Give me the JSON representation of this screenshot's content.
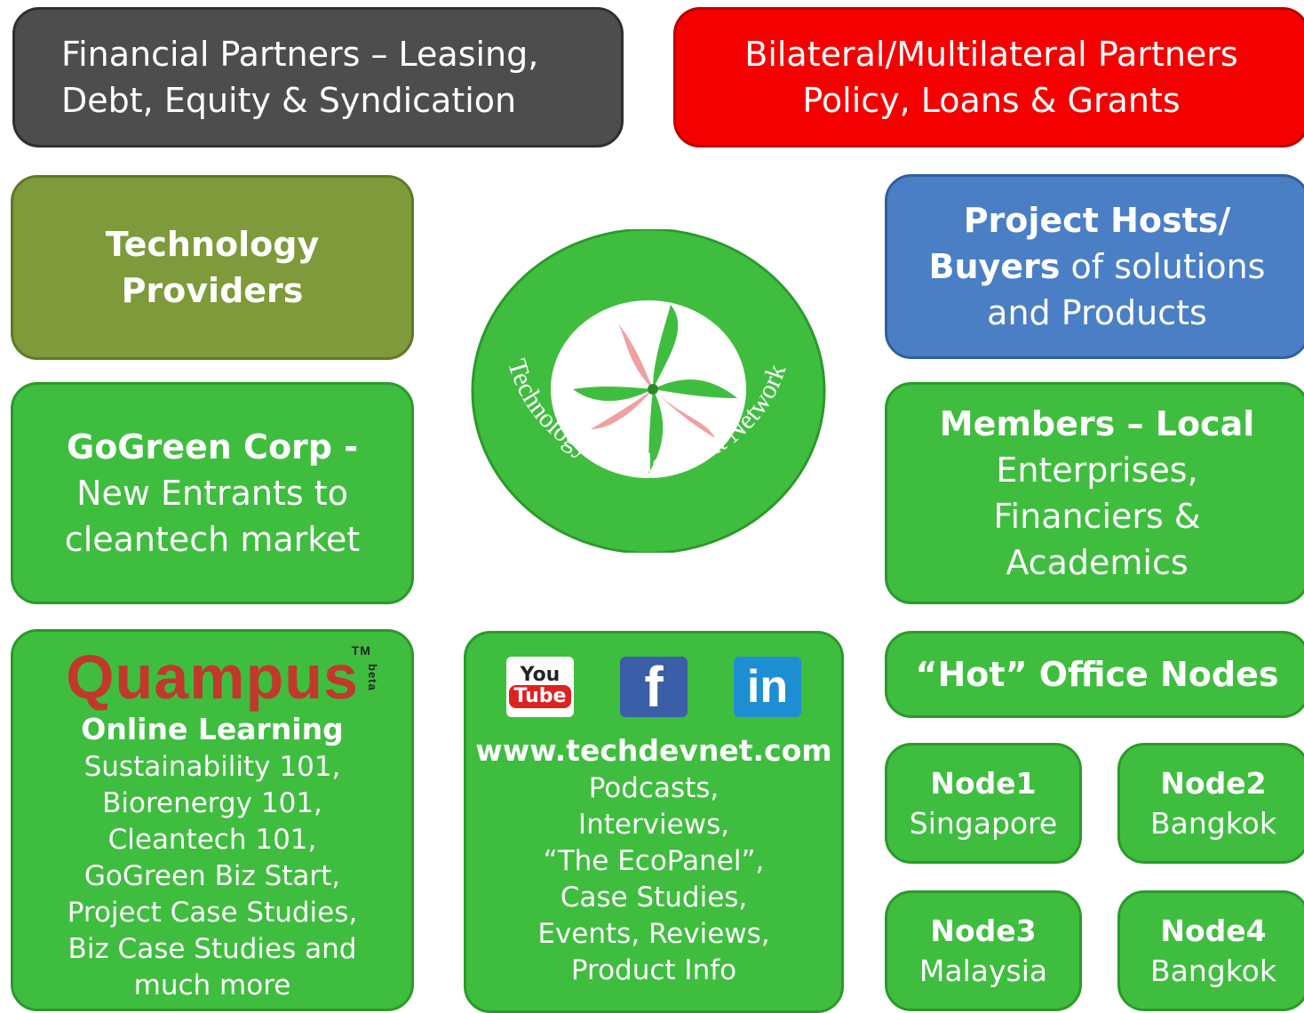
{
  "financial": {
    "line1": "Financial Partners – Leasing,",
    "line2": "Debt, Equity & Syndication"
  },
  "bilateral": {
    "line1": "Bilateral/Multilateral Partners",
    "line2": "Policy, Loans & Grants"
  },
  "technology": {
    "line1": "Technology",
    "line2": "Providers"
  },
  "hosts": {
    "line1": "Project Hosts/",
    "line2_bold": "Buyers",
    "line2_rest": " of solutions",
    "line3": "and Products"
  },
  "gogreen": {
    "line1": "GoGreen Corp -",
    "line2": "New Entrants to",
    "line3": "cleantech market"
  },
  "members": {
    "line1": "Members – Local",
    "line2": "Enterprises,",
    "line3": "Financiers &",
    "line4": "Academics"
  },
  "center": {
    "ring_text": "Technology Development Network"
  },
  "quampus": {
    "logo": "Quampus",
    "logo_tm": "TM",
    "logo_beta": "beta",
    "title": "Online Learning",
    "items": [
      "Sustainability 101,",
      "Biorenergy 101,",
      "Cleantech 101,",
      "GoGreen Biz Start,",
      "Project Case Studies,",
      "Biz Case Studies and",
      "much more"
    ]
  },
  "web": {
    "youtube_you": "You",
    "youtube_tube": "Tube",
    "facebook": "f",
    "linkedin": "in",
    "url": "www.techdevnet.com",
    "items": [
      "Podcasts,",
      "Interviews,",
      "“The EcoPanel”,",
      "Case Studies,",
      "Events, Reviews,",
      "Product Info"
    ]
  },
  "hot_nodes": {
    "title": "“Hot” Office Nodes"
  },
  "nodes": [
    {
      "name": "Node1",
      "city": "Singapore"
    },
    {
      "name": "Node2",
      "city": "Bangkok"
    },
    {
      "name": "Node3",
      "city": "Malaysia"
    },
    {
      "name": "Node4",
      "city": "Bangkok"
    }
  ],
  "colors": {
    "green": "#3fbd3f",
    "gray": "#4d4d4d",
    "red": "#f40000",
    "olive": "#7e9a3a",
    "blue": "#4a7fc6"
  }
}
